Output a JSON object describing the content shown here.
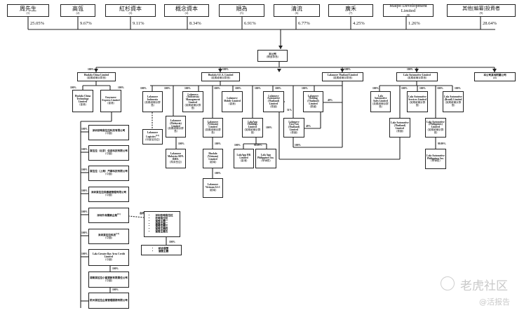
{
  "shareholders": [
    {
      "name": "周先生",
      "note": "(1)",
      "pct": "25.05%"
    },
    {
      "name": "高瓴",
      "note": "(2)",
      "pct": "9.67%"
    },
    {
      "name": "紅杉資本",
      "note": "(3)",
      "pct": "9.11%"
    },
    {
      "name": "概念資本",
      "note": "(4)",
      "pct": "8.34%"
    },
    {
      "name": "順為",
      "note": "(5)",
      "pct": "6.91%"
    },
    {
      "name": "清流",
      "note": "(6)",
      "pct": "6.77%"
    },
    {
      "name": "廣禾",
      "note": "(7)",
      "pct": "4.25%"
    },
    {
      "name": "Matpo Development Limited",
      "note": "(8)",
      "pct": "1.26%"
    },
    {
      "name": "其他[編纂]投資者",
      "note": "(9)",
      "pct": "28.64%"
    }
  ],
  "company": {
    "name": "本公司",
    "place": "(開曼群島)"
  },
  "level1": [
    {
      "name": "Huolala China Limited",
      "place": "(英屬維爾京群島)",
      "pct": "100%"
    },
    {
      "name": "Huolala S.E.A. Limited",
      "place": "(英屬維爾京群島)",
      "pct": "100%"
    },
    {
      "name": "Lalamove Thailand Limited",
      "place": "(英屬維爾京群島)",
      "pct": "100%"
    },
    {
      "name": "Lala Automotive Limited",
      "place": "(英屬維爾京群島)",
      "pct": "100%"
    },
    {
      "name": "本公司其他附屬公司",
      "note": "(10)",
      "place": ""
    }
  ],
  "china_branch": {
    "children": [
      {
        "name": "Huolala China Technology Limited",
        "place": "(香港)",
        "pct": "100%"
      },
      {
        "name": "Easymove Express Limited",
        "place": "(香港)",
        "pct": "100%"
      }
    ],
    "onshore": [
      {
        "name": "深圳依時貨拉拉科技有限公司",
        "place": "(中國)",
        "pct": "100%"
      },
      {
        "name": "貨拉拉（北京）信息科技有限公司",
        "place": "(中國)",
        "pct": "100%"
      },
      {
        "name": "貨拉拉（上海）汽車科技有限公司",
        "place": "(中國)",
        "pct": "100%"
      },
      {
        "name": "深圳貨拉拉供應鏈管理有限公司",
        "place": "(中國)",
        "pct": "100%"
      },
      {
        "name": "深圳外商獨資企業",
        "note": "(11)",
        "place": "",
        "pct": "100%"
      },
      {
        "name": "深圳貨拉拉科技",
        "note": "(12)",
        "place": "(中國)",
        "pct": "100%"
      },
      {
        "name": "Lala Greater Bay Area Credit Limited",
        "place": "(中國)",
        "pct": "100%"
      },
      {
        "name": "湖南貨拉拉小額貸款有限責任公司",
        "place": "(中國)",
        "pct": "100%"
      },
      {
        "name": "杭州貨拉拉企業管理服務有限公司",
        "place": "",
        "pct": "100%"
      }
    ],
    "vie_label": "合約",
    "vie_list": [
      "深圳依時貨拉拉",
      "依時貨拉拉",
      "運營主體一",
      "運營主體二",
      "運營主體三",
      "運營主體四",
      "運營主體五"
    ],
    "vie_sub_pct": "100%",
    "vie_sub_list": [
      "綜合運營",
      "運營主體"
    ]
  },
  "sea_branch": {
    "children": [
      {
        "name": "Lalamove Indonesia",
        "place": "(英屬維爾京群島)",
        "pct": "100%"
      },
      {
        "name": "Lalamove (Malaysia) Limited",
        "place": "(英屬維爾京群島)",
        "pct": "100%"
      },
      {
        "name": "Lalamove (Indonesia) Management Limited",
        "place": "(英屬維爾京群島)",
        "pct": "100%"
      },
      {
        "name": "Lalamove (Vietnam) Limited",
        "place": "(英屬維爾京群島)",
        "pct": "100%"
      },
      {
        "name": "Lalamove Mobile Limited",
        "place": "(香港)",
        "pct": "100%"
      },
      {
        "name": "LalaApp Holdings Limited",
        "place": "(英屬維爾京群島)",
        "pct": "100%"
      },
      {
        "name": "Lalamove Automotive (Thailand) Limited",
        "place": "(泰國)",
        "pct": "100%"
      },
      {
        "name": "Lalamove Holding (Thailand) Limited",
        "place": "(泰國)",
        "pct": "100%"
      }
    ],
    "grand": [
      {
        "name": "Lalamove Logistics",
        "note": "(13)",
        "place": "(印度尼西亞)"
      },
      {
        "name": "Lalamove Malaysia SDN. BHD.",
        "place": "(馬來西亞)",
        "pct": "100%"
      },
      {
        "name": "Huolala (Vietnam) Limited",
        "place": "(越南)",
        "pct": "100%"
      },
      {
        "name": "Lalamove Vietnam LLC",
        "place": "(越南)",
        "pct": "100%"
      },
      {
        "name": "LalaApp HK Limited",
        "place": "(香港)",
        "pct": "100%"
      },
      {
        "name": "Lala App Philippines Inc.",
        "place": "(菲律賓)",
        "pct": "99.99%"
      },
      {
        "name": "Lalamove EasyVan (Thailand) Limited",
        "place": "(泰國)"
      }
    ],
    "pct_labels": {
      "lalaapp_side": "100%",
      "easyvan_from_auto": "51%",
      "easyvan_from_holding": "49%",
      "holding_from_thai": "49%",
      "easyvan_bottom": "100%"
    }
  },
  "auto_branch": {
    "children": [
      {
        "name": "Lala Automotive Sales Limited",
        "place": "(英屬維爾京群島)",
        "pct": "100%"
      },
      {
        "name": "Lala Automotive (Thailand) Limited",
        "place": "(泰國)",
        "pct": "100%"
      },
      {
        "name": "Lala Automotive Services Limited",
        "place": "(英屬維爾京群島)",
        "pct": "100%"
      },
      {
        "name": "Lala Automotive (Philippines) Limited",
        "place": "(英屬維爾京群島)",
        "pct": "100%"
      },
      {
        "name": "Lala Automotive (Brazil) Limited",
        "place": "(英屬維爾京群島)",
        "pct": "100%"
      }
    ],
    "grand": [
      {
        "name": "Lala Automotive Philippines Inc.",
        "place": "(菲律賓)",
        "pct": "99.99%"
      }
    ]
  },
  "watermark": {
    "brand": "老虎社区",
    "handle": "@活报告"
  }
}
